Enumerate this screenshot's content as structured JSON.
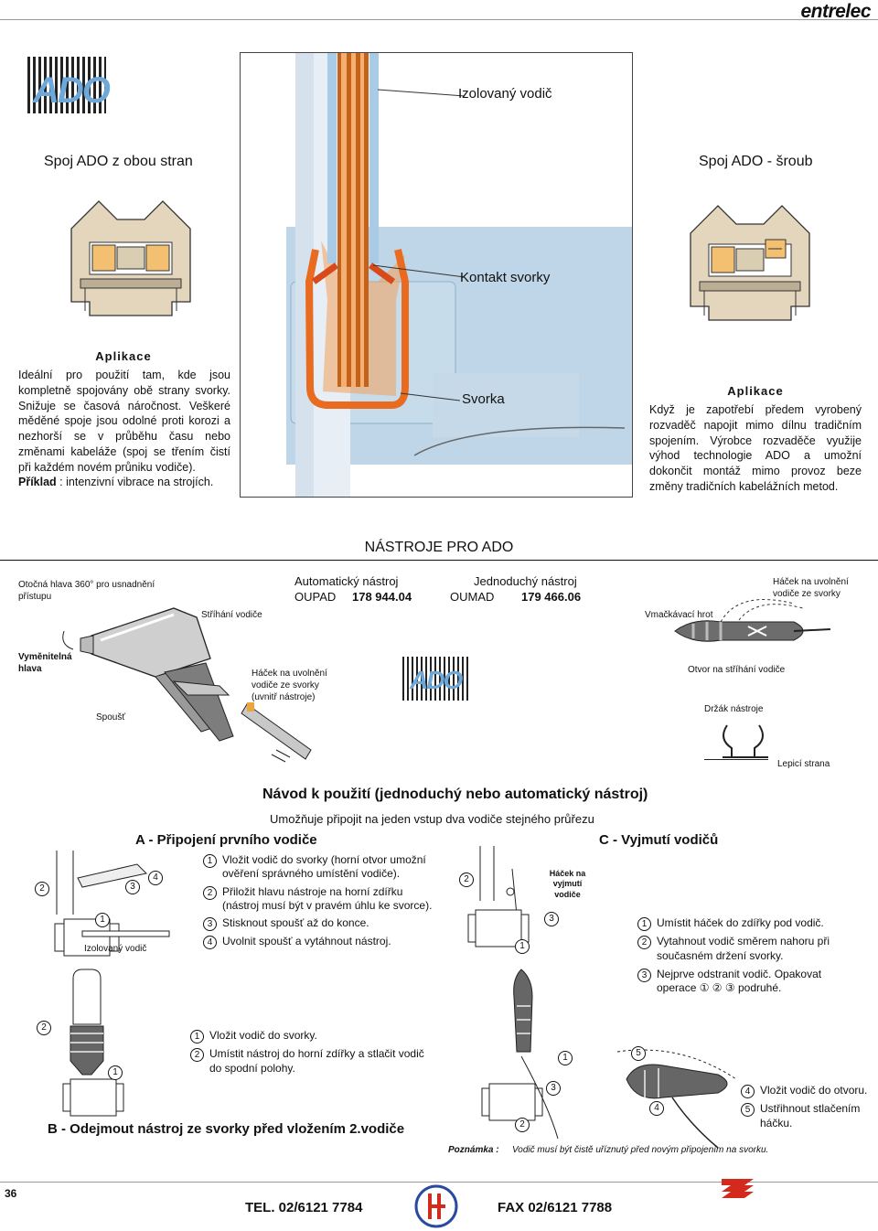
{
  "header": {
    "brand": "entrelec"
  },
  "top": {
    "logo": "ADO",
    "insulated_wire": "Izolovaný vodič",
    "left_title": "Spoj ADO z obou stran",
    "right_title": "Spoj ADO - šroub",
    "terminal_contact": "Kontakt svorky",
    "clamp": "Svorka",
    "app_left": {
      "heading": "Aplikace",
      "body": "Ideální pro použití tam, kde jsou kompletně spojovány obě strany svorky. Snižuje se časová náročnost. Veškeré měděné spoje jsou odolné proti korozi a nezhorší se v průběhu času nebo změnami kabeláže (spoj se třením čistí při každém novém průniku vodiče).",
      "example_label": "Příklad",
      "example_text": ": intenzivní vibrace na strojích."
    },
    "app_right": {
      "heading": "Aplikace",
      "body": "Když je zapotřebí předem vyrobený rozvaděč napojit mimo dílnu tradičním spojením. Výrobce rozvaděče využije výhod technologie ADO a umožní dokončit montáž mimo provoz beze změny tradičních kabelážních metod."
    }
  },
  "tools": {
    "title": "NÁSTROJE PRO ADO",
    "rotating_head": "Otočná hlava 360° pro usnadnění přístupu",
    "cutting": "Stříhání vodiče",
    "auto_tool": "Automatický nástroj",
    "auto_code": "OUPAD",
    "auto_number": "178 944.04",
    "simple_tool": "Jednoduchý nástroj",
    "simple_code": "OUMAD",
    "simple_number": "179 466.06",
    "hook_release": "Háček na uvolnění vodiče ze svorky",
    "press_tip": "Vmačkávací hrot",
    "replaceable_head": "Vyměnitelná hlava",
    "hook_inside": "Háček na uvolnění vodiče ze svorky (uvnitř nástroje)",
    "trigger": "Spoušť",
    "cutting_hole": "Otvor na stříhání vodiče",
    "tool_holder": "Držák nástroje",
    "adhesive_side": "Lepicí strana"
  },
  "manual": {
    "title": "Návod k použití (jednoduchý nebo automatický nástroj)",
    "subtitle": "Umožňuje připojit na jeden vstup dva vodiče stejného průřezu",
    "section_a": "A - Připojení prvního vodiče",
    "section_b": "B - Odejmout nástroj ze svorky před vložením 2.vodiče",
    "section_c": "C - Vyjmutí vodičů",
    "insulated": "Izolovaný vodič",
    "hook_label": "Háček na vyjmutí vodiče",
    "a_steps": [
      {
        "n": "1",
        "text": "Vložit vodič do svorky (horní otvor umožní ověření správného umístění vodiče)."
      },
      {
        "n": "2",
        "text": "Přiložit hlavu nástroje na horní zdířku (nástroj musí být v pravém úhlu ke svorce)."
      },
      {
        "n": "3",
        "text": "Stisknout spoušť až do konce."
      },
      {
        "n": "4",
        "text": "Uvolnit spoušť a vytáhnout nástroj."
      }
    ],
    "b_steps": [
      {
        "n": "1",
        "text": "Vložit vodič do svorky."
      },
      {
        "n": "2",
        "text": "Umístit nástroj do horní zdířky a stlačit vodič do spodní polohy."
      }
    ],
    "c_steps": [
      {
        "n": "1",
        "text": "Umístit háček do zdířky pod vodič."
      },
      {
        "n": "2",
        "text": "Vytahnout vodič směrem nahoru při současném držení svorky."
      },
      {
        "n": "3",
        "text": "Nejprve odstranit vodič. Opakovat operace ① ② ③ podruhé."
      }
    ],
    "c_steps2": [
      {
        "n": "4",
        "text": "Vložit vodič do otvoru."
      },
      {
        "n": "5",
        "text": "Ustřihnout stlačením háčku."
      }
    ],
    "note_label": "Poznámka :",
    "note_text": "Vodič musí být čistě uříznutý před novým připojením na svorku."
  },
  "footer": {
    "page": "36",
    "tel": "TEL. 02/6121 7784",
    "fax": "FAX 02/6121 7788"
  },
  "colors": {
    "copper": "#e07a2e",
    "blue": "#7fb4dc",
    "accent_red": "#d42a1e",
    "beige": "#e6d5b5",
    "grey": "#a8a8a8"
  }
}
